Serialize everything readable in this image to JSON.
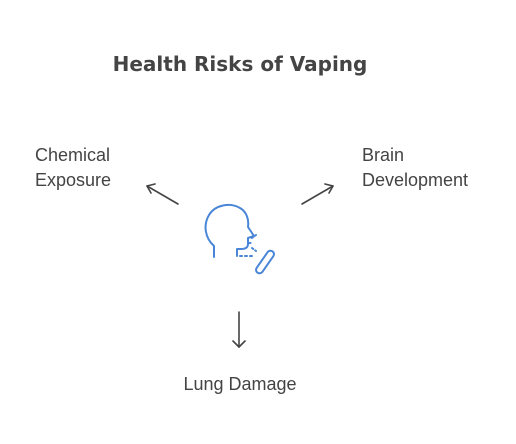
{
  "title": "Health Risks of Vaping",
  "risks": {
    "chemical": {
      "line1": "Chemical",
      "line2": "Exposure"
    },
    "brain": {
      "line1": "Brain",
      "line2": "Development"
    },
    "lung": {
      "label": "Lung Damage"
    }
  },
  "colors": {
    "text": "#444444",
    "arrow": "#444444",
    "icon": "#4a86d8"
  },
  "icons": {
    "center": "vaping-person-icon"
  }
}
